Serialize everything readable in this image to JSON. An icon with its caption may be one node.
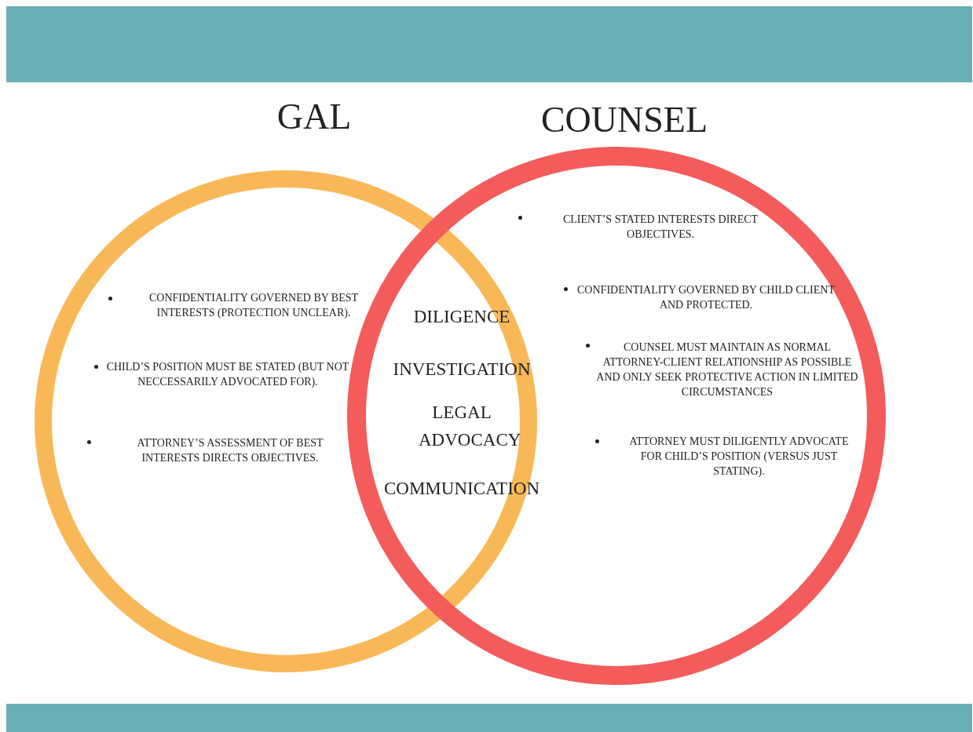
{
  "diagram": {
    "nodes": [
      {
        "text": [
          "GAL",
          "CONFIDENTIALITY GOVERNED BY BEST INTERESTS (PROTECTION UNCLEAR).",
          "CHILD’S POSITION MUST BE STATED (BUT NOT NECCESSARILY ADVOCATED FOR).",
          "ATTORNEY’S ASSESSMENT OF BEST INTERESTS DIRECTS OBJECTIVES."
        ]
      },
      {
        "text": [
          "COUNSEL",
          "CLIENT’S STATED INTERESTS DIRECT OBJECTIVES.",
          "CONFIDENTIALITY GOVERNED BY CHILD CLIENT AND PROTECTED.",
          "COUNSEL MUST MAINTAIN AS NORMAL ATTORNEY-CLIENT RELATIONSHIP AS POSSIBLE AND ONLY SEEK PROTECTIVE ACTION IN LIMITED CIRCUMSTANCES",
          "ATTORNEY MUST DILIGENTLY ADVOCATE FOR CHILD’S POSITION (VERSUS JUST STATING)."
        ]
      }
    ],
    "labels": [
      "DILIGENCE",
      "INVESTIGATION",
      "LEGAL ADVOCACY",
      "COMMUNICATION"
    ]
  }
}
